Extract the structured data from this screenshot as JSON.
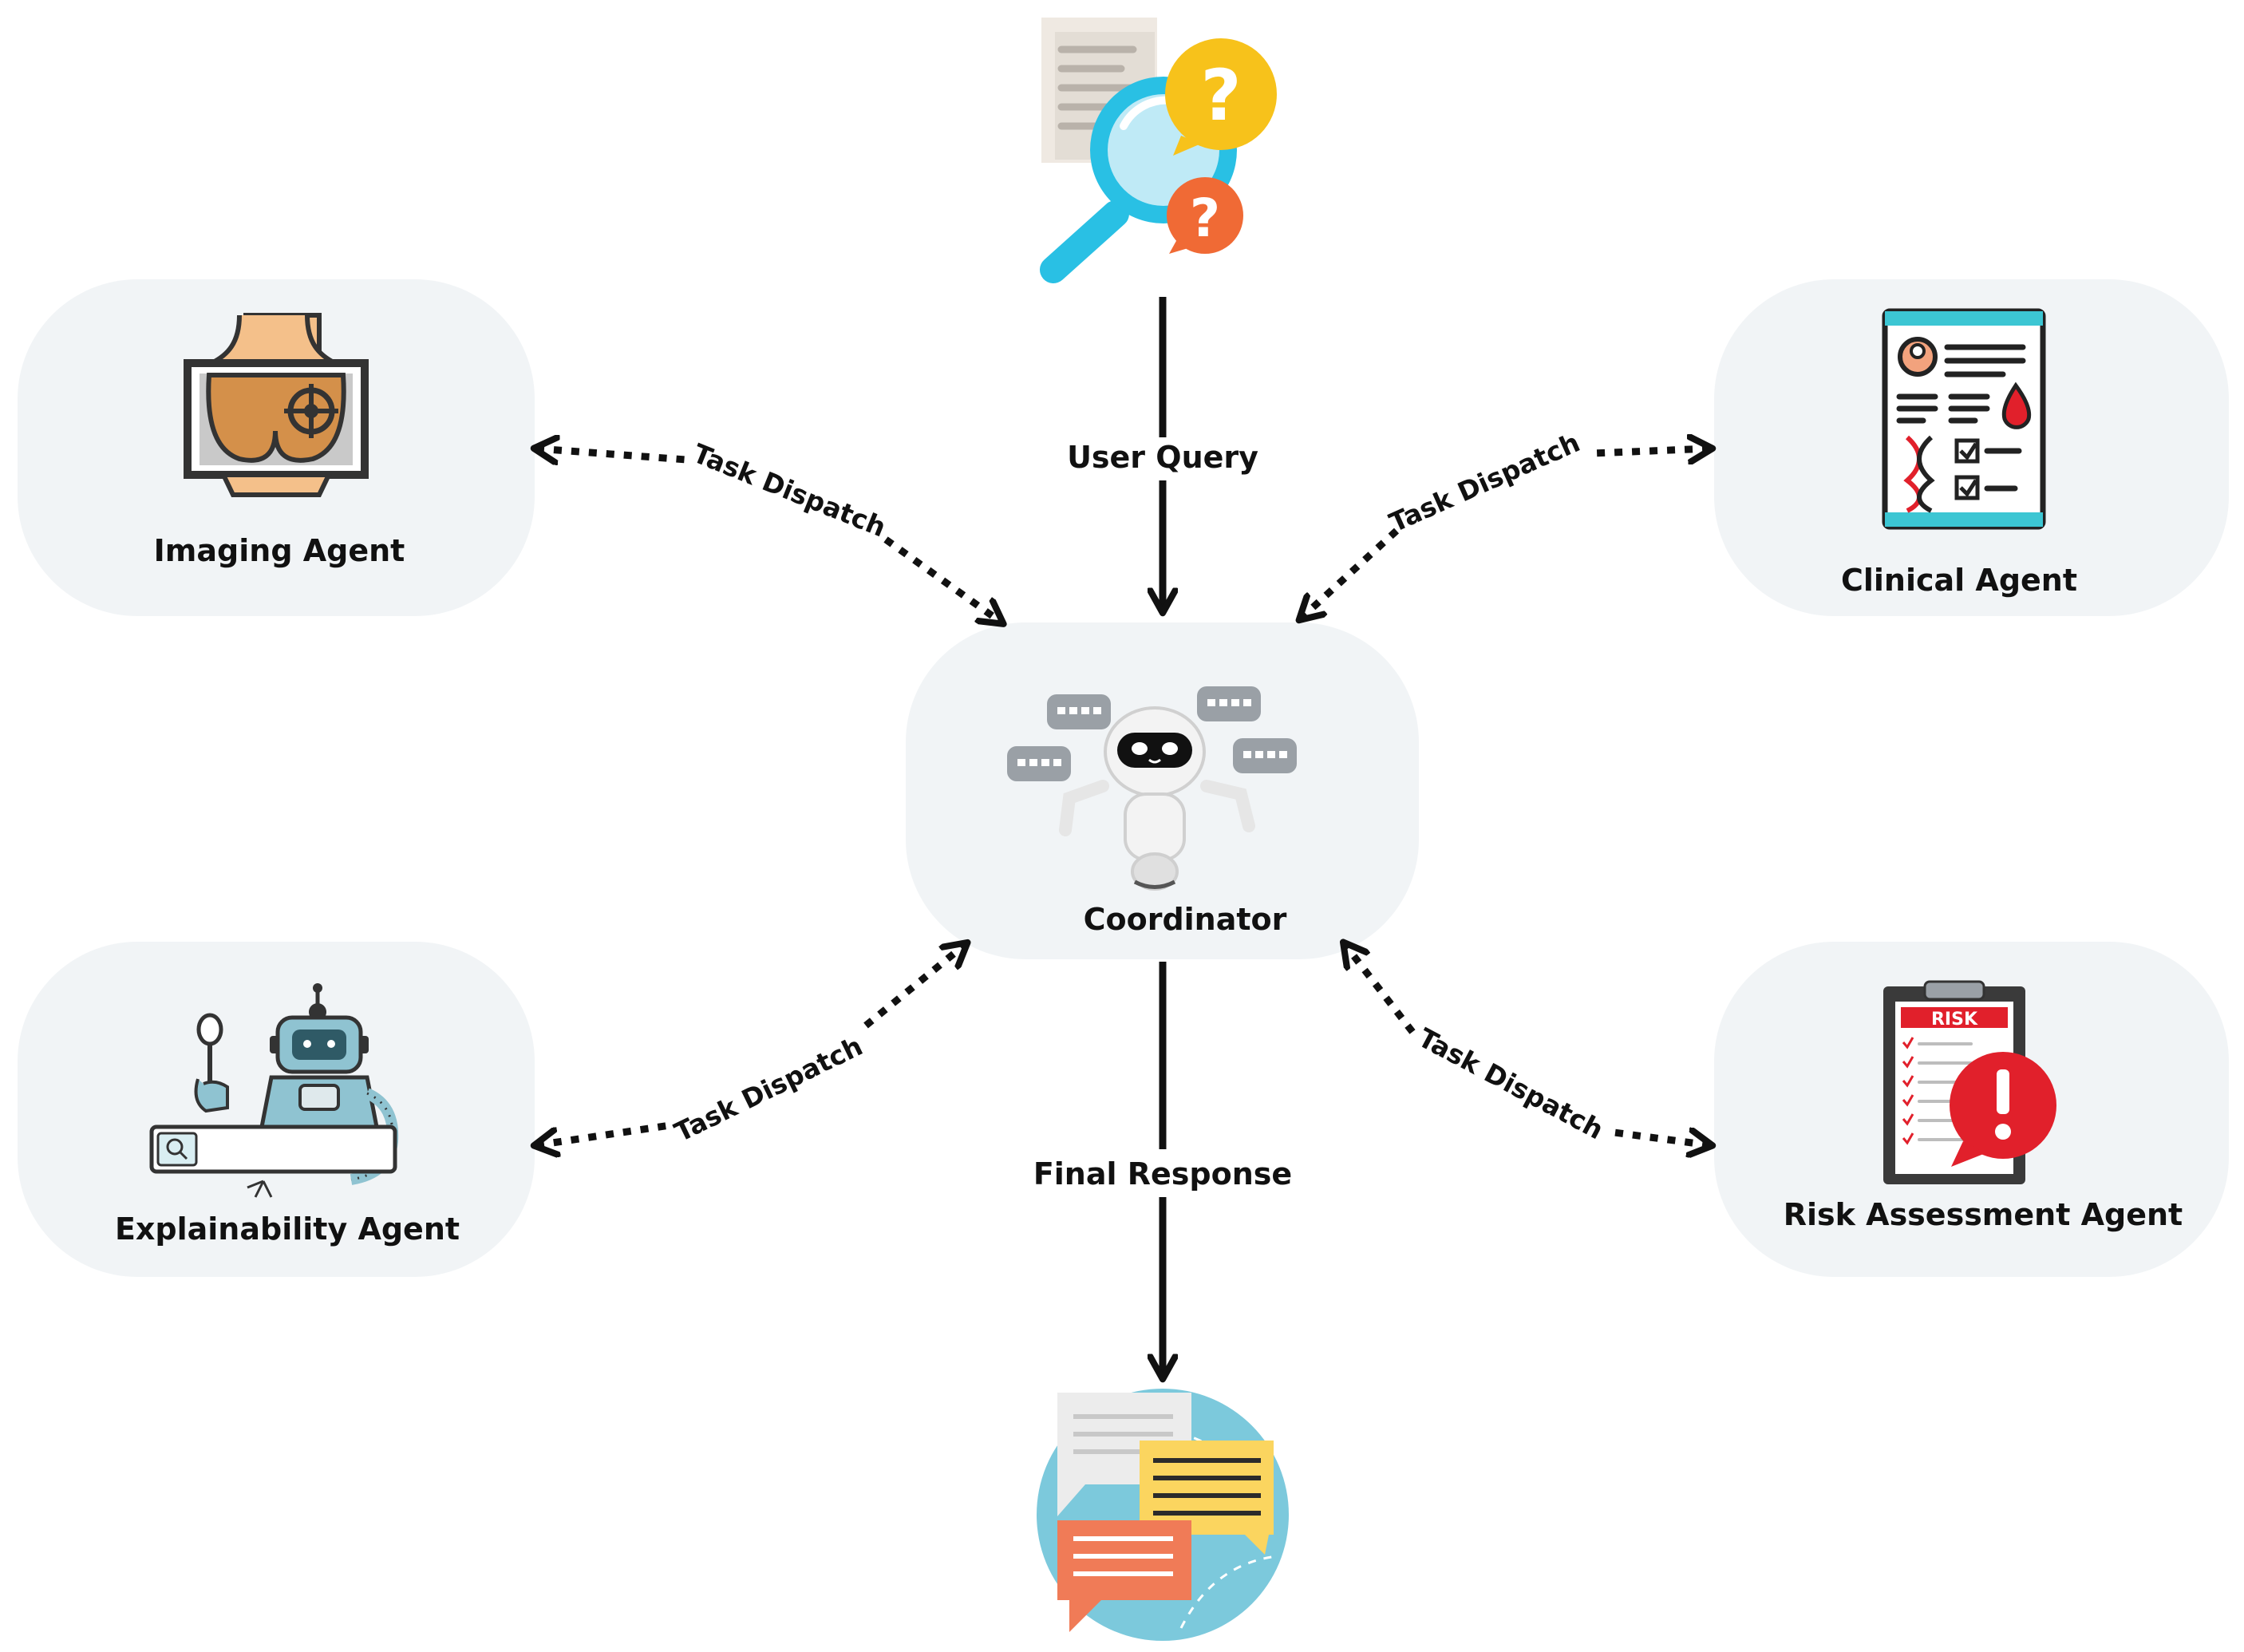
{
  "nodes": {
    "imaging": "Imaging Agent",
    "clinical": "Clinical Agent",
    "coordinator": "Coordinator",
    "explainability": "Explainability Agent",
    "risk": "Risk Assessment Agent"
  },
  "edges": {
    "user_query": "User Query",
    "final_response": "Final Response",
    "task_dispatch": "Task Dispatch"
  },
  "icons": {
    "query": "document-magnifier-question-icon",
    "imaging": "mammography-monitor-icon",
    "clinical": "clinical-record-icon",
    "coordinator": "robot-chat-icon",
    "explainability": "robot-search-icon",
    "risk": "risk-clipboard-icon",
    "response": "chat-bubbles-globe-icon"
  },
  "risk_badge": "RISK",
  "colors": {
    "node_bg": "#f1f4f6",
    "arrow": "#111111",
    "cyan": "#2ec4e6",
    "yellow": "#f7c21b",
    "orange": "#f06a35",
    "red": "#e1202b"
  }
}
